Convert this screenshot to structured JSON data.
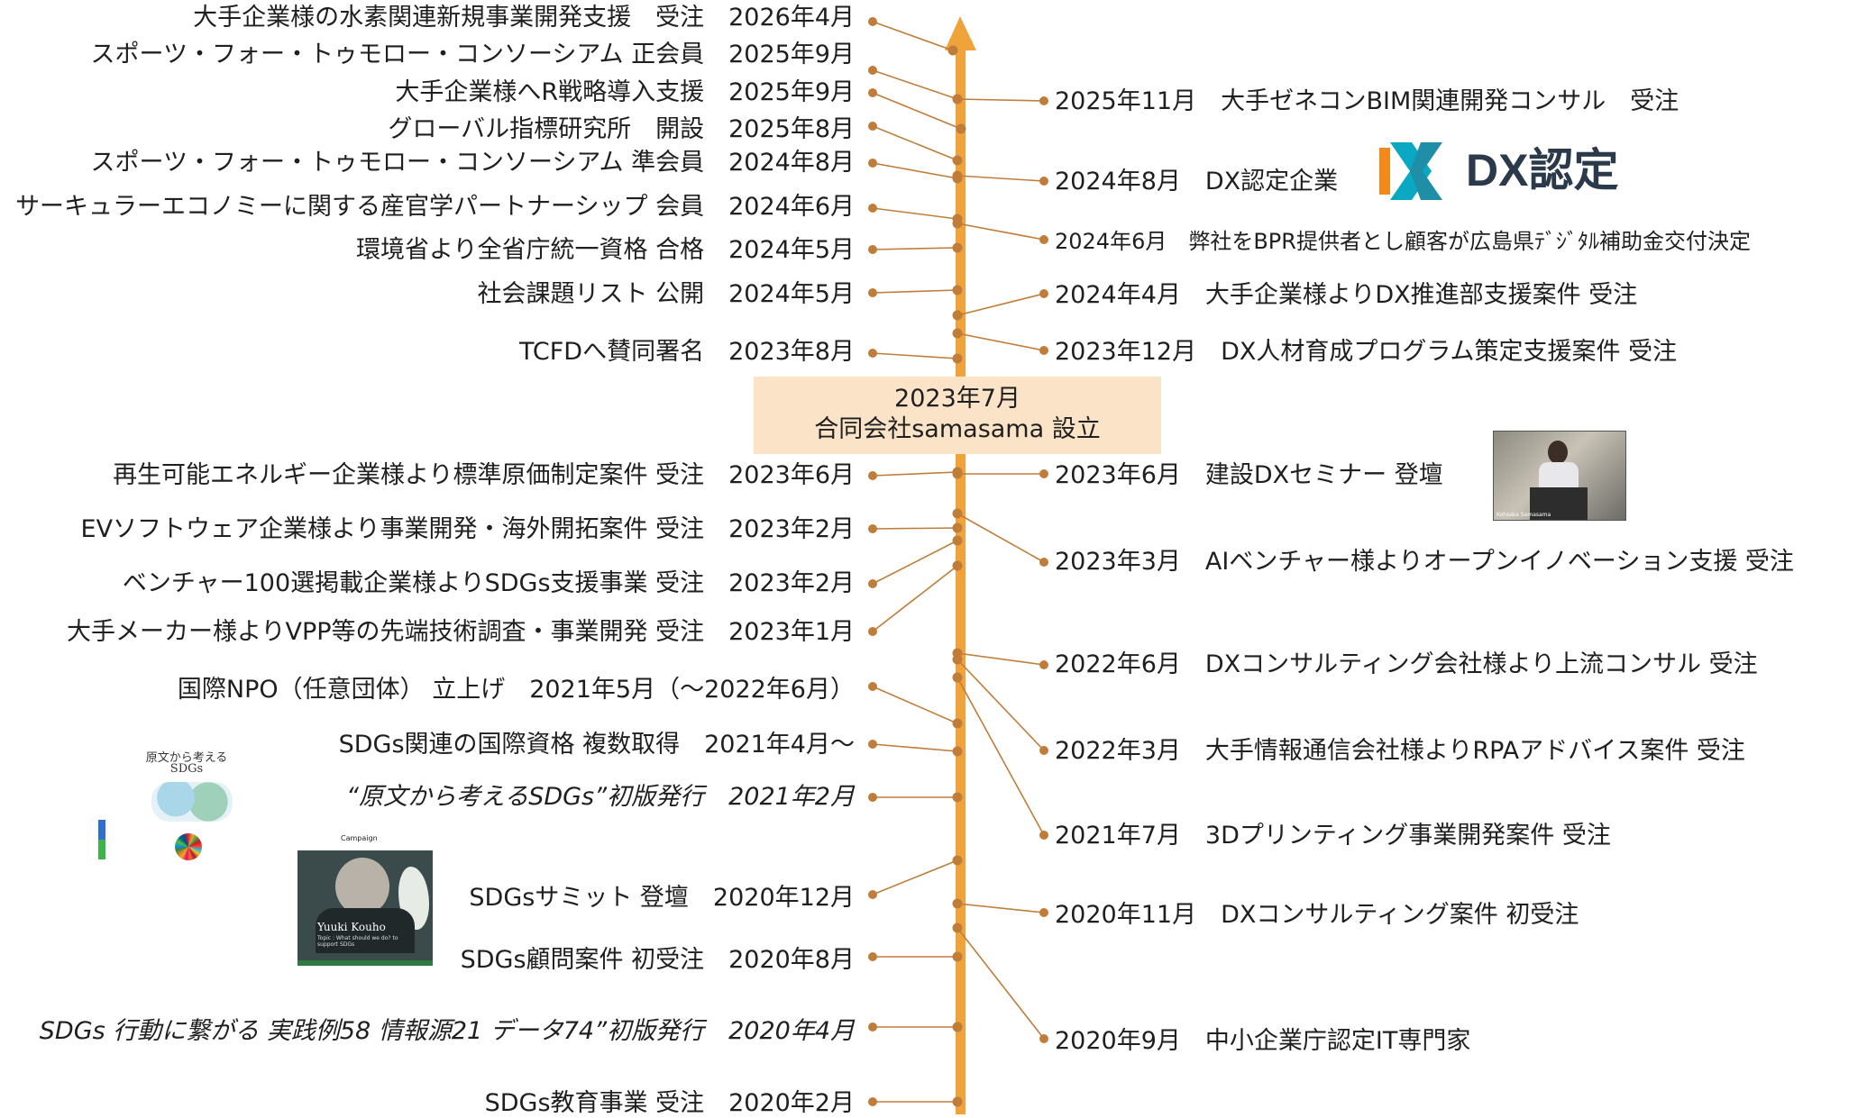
{
  "colors": {
    "axis": "#f0a33a",
    "connector": "#c07d3a",
    "dot": "#c07d3a",
    "founding_bg": "#fbe3c8"
  },
  "founding": {
    "line1": "2023年7月",
    "line2": "合同会社samasama 設立"
  },
  "left_events": [
    {
      "text": "大手企業様の水素関連新規事業開発支援　受注　2026年4月"
    },
    {
      "text": "スポーツ・フォー・トゥモロー・コンソーシアム 正会員　2025年9月"
    },
    {
      "text": "大手企業様へR戦略導入支援　2025年9月"
    },
    {
      "text": "グローバル指標研究所　開設　2025年8月"
    },
    {
      "text": "スポーツ・フォー・トゥモロー・コンソーシアム 準会員　2024年8月"
    },
    {
      "text": "サーキュラーエコノミーに関する産官学パートナーシップ 会員　2024年6月"
    },
    {
      "text": "環境省より全省庁統一資格 合格　2024年5月"
    },
    {
      "text": "社会課題リスト 公開　2024年5月"
    },
    {
      "text": "TCFDへ賛同署名　2023年8月"
    },
    {
      "text": "再生可能エネルギー企業様より標準原価制定案件 受注　2023年6月"
    },
    {
      "text": "EVソフトウェア企業様より事業開発・海外開拓案件 受注　2023年2月"
    },
    {
      "text": "ベンチャー100選掲載企業様よりSDGs支援事業 受注　2023年2月"
    },
    {
      "text": "大手メーカー様よりVPP等の先端技術調査・事業開発 受注　2023年1月"
    },
    {
      "text": "国際NPO（任意団体） 立上げ　2021年5月（～2022年6月）"
    },
    {
      "text": "SDGs関連の国際資格 複数取得　2021年4月～"
    },
    {
      "text": "“原文から考えるSDGs”初版発行　2021年2月"
    },
    {
      "text": "SDGsサミット 登壇　2020年12月"
    },
    {
      "text": "SDGs顧問案件 初受注　2020年8月"
    },
    {
      "text": "SDGs 行動に繋がる 実践例58 情報源21 データ74”初版発行　2020年4月"
    },
    {
      "text": "SDGs教育事業 受注　2020年2月"
    }
  ],
  "right_events": [
    {
      "text": "2025年11月　大手ゼネコンBIM関連開発コンサル　受注"
    },
    {
      "text": "2024年8月　DX認定企業"
    },
    {
      "text": "2024年6月　弊社をBPR提供者とし顧客が広島県ﾃﾞｼﾞﾀﾙ補助金交付決定"
    },
    {
      "text": "2024年4月　大手企業様よりDX推進部支援案件 受注"
    },
    {
      "text": "2023年12月　DX人材育成プログラム策定支援案件 受注"
    },
    {
      "text": "2023年6月　建設DXセミナー 登壇"
    },
    {
      "text": "2023年3月　AIベンチャー様よりオープンイノベーション支援 受注"
    },
    {
      "text": "2022年6月　DXコンサルティング会社様より上流コンサル 受注"
    },
    {
      "text": "2022年3月　大手情報通信会社様よりRPAアドバイス案件 受注"
    },
    {
      "text": "2021年7月　3Dプリンティング事業開発案件 受注"
    },
    {
      "text": "2020年11月　DXコンサルティング案件 初受注"
    },
    {
      "text": "2020年9月　中小企業庁認定IT専門家"
    }
  ],
  "images": {
    "dx_logo_text": "DX認定",
    "book_title_1": "原文から考える",
    "book_title_2": "SDGs",
    "summit_name": "Yuuki Kouho",
    "summit_topic": "Topic : What should we do? to support SDGs",
    "seminar_caption": "Kohsaka Samasama"
  }
}
